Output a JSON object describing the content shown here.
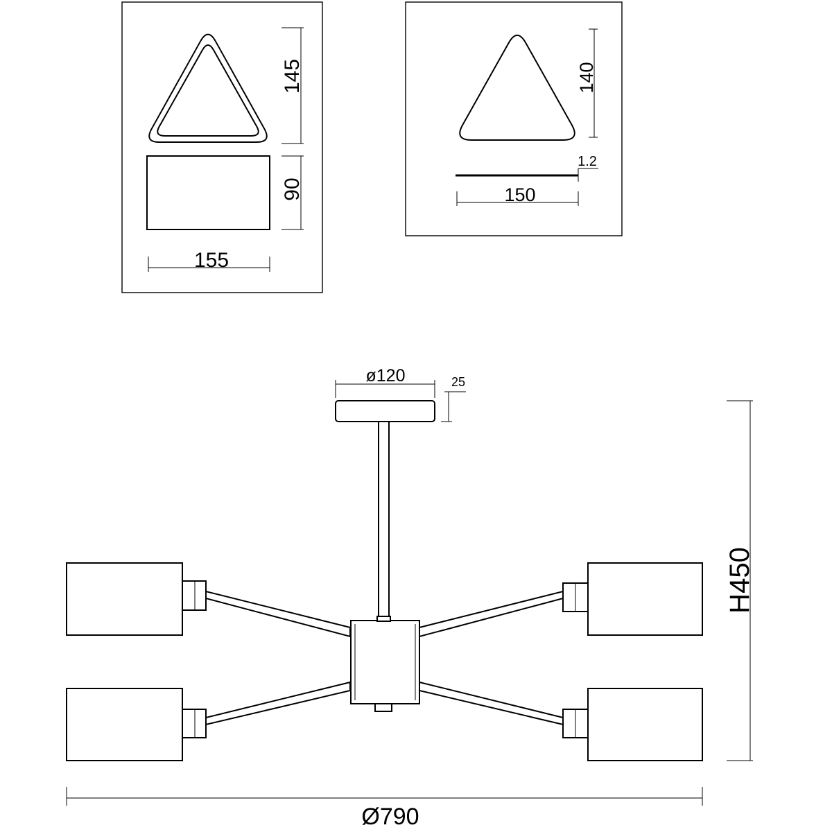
{
  "ring_shade_view": {
    "height_label": "145",
    "side_height_label": "90",
    "width_label": "155"
  },
  "glass_shade_view": {
    "height_label": "140",
    "thickness_label": "1.2",
    "width_label": "150"
  },
  "chandelier_view": {
    "canopy_diameter_label": "ø120",
    "canopy_height_label": "25",
    "total_height_label": "H450",
    "total_diameter_label": "Ø790"
  },
  "colors": {
    "line": "#000000",
    "background": "#ffffff"
  }
}
